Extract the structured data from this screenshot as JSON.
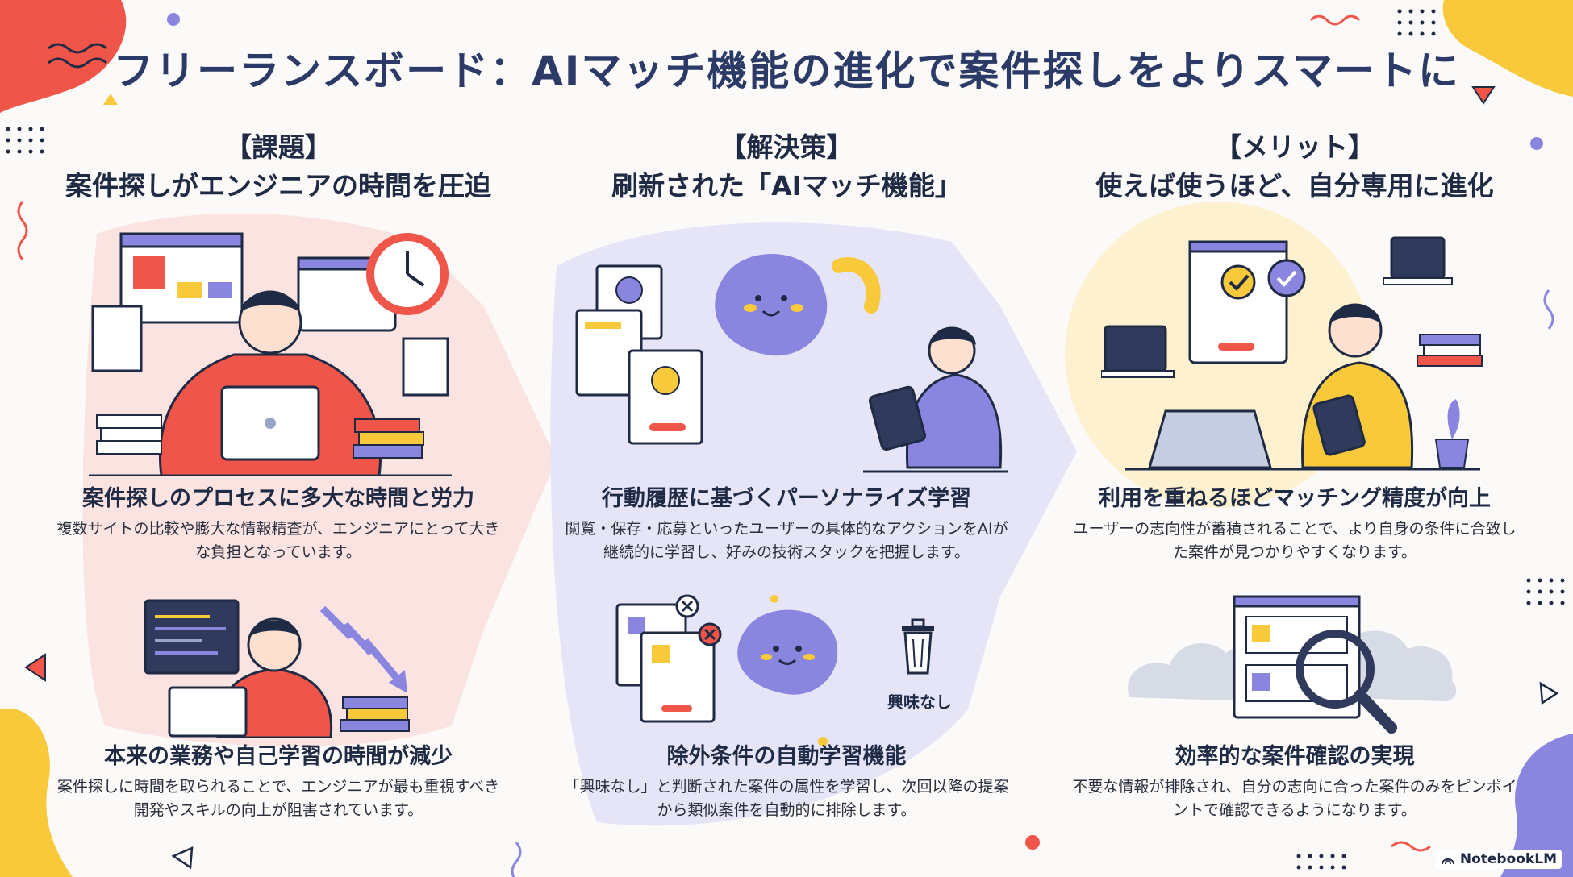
{
  "title": "フリーランスボード：AIマッチ機能の進化で案件探しをよりスマートに",
  "columns": [
    {
      "tag": "【課題】",
      "subtitle": "案件探しがエンジニアの時間を圧迫",
      "blocks": [
        {
          "heading": "案件探しのプロセスに多大な時間と労力",
          "body": "複数サイトの比較や膨大な情報精査が、エンジニアにとって大きな負担となっています。"
        },
        {
          "heading": "本来の業務や自己学習の時間が減少",
          "body": "案件探しに時間を取られることで、エンジニアが最も重視すべき開発やスキルの向上が阻害されています。"
        }
      ]
    },
    {
      "tag": "【解決策】",
      "subtitle": "刷新された「AIマッチ機能」",
      "blocks": [
        {
          "heading": "行動履歴に基づくパーソナライズ学習",
          "body": "閲覧・保存・応募といったユーザーの具体的なアクションをAIが継続的に学習し、好みの技術スタックを把握します。"
        },
        {
          "heading": "除外条件の自動学習機能",
          "body": "「興味なし」と判断された案件の属性を学習し、次回以降の提案から類似案件を自動的に排除します。"
        }
      ],
      "trash_label": "興味なし"
    },
    {
      "tag": "【メリット】",
      "subtitle": "使えば使うほど、自分専用に進化",
      "blocks": [
        {
          "heading": "利用を重ねるほどマッチング精度が向上",
          "body": "ユーザーの志向性が蓄積されることで、より自身の条件に合致した案件が見つかりやすくなります。"
        },
        {
          "heading": "効率的な案件確認の実現",
          "body": "不要な情報が排除され、自分の志向に合った案件のみをピンポイントで確認できるようになります。"
        }
      ]
    }
  ],
  "logo": {
    "text": "NotebookLM",
    "icon": "notebooklm-icon"
  },
  "colors": {
    "title": "#2b3a67",
    "red": "#f0554a",
    "purple": "#8a86e0",
    "yellow": "#f8c93a",
    "pink_bg": "#fbe3e1",
    "lavender_bg": "#e6e5f8",
    "cream_bg": "#fdf1cf"
  }
}
